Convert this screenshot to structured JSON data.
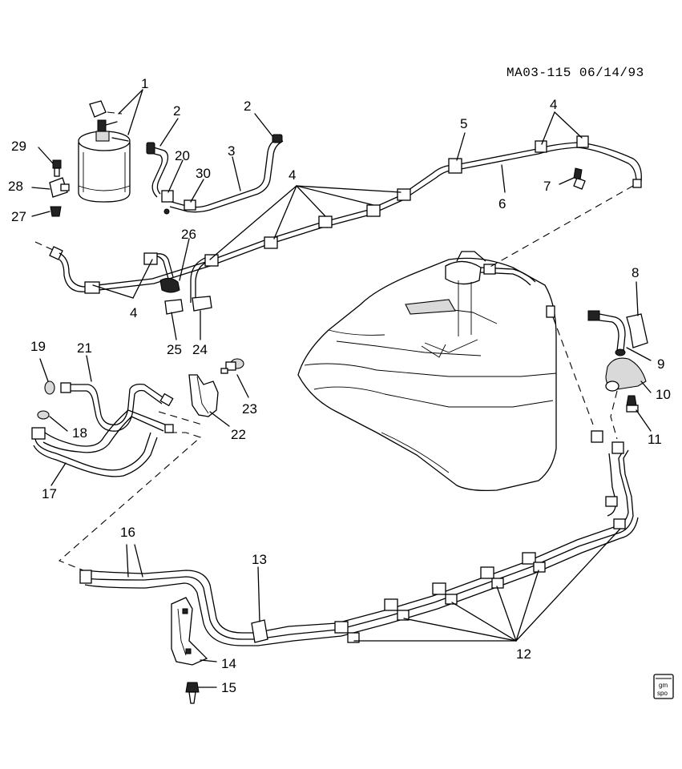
{
  "diagram": {
    "reference": "MA03-115 06/14/93",
    "logo_lines": [
      "gm",
      "spo"
    ],
    "callouts": [
      {
        "id": "c1",
        "text": "1"
      },
      {
        "id": "c2a",
        "text": "2"
      },
      {
        "id": "c2b",
        "text": "2"
      },
      {
        "id": "c3",
        "text": "3"
      },
      {
        "id": "c4a",
        "text": "4"
      },
      {
        "id": "c4b",
        "text": "4"
      },
      {
        "id": "c4c",
        "text": "4"
      },
      {
        "id": "c5",
        "text": "5"
      },
      {
        "id": "c6",
        "text": "6"
      },
      {
        "id": "c7",
        "text": "7"
      },
      {
        "id": "c8",
        "text": "8"
      },
      {
        "id": "c9",
        "text": "9"
      },
      {
        "id": "c10",
        "text": "10"
      },
      {
        "id": "c11",
        "text": "11"
      },
      {
        "id": "c12",
        "text": "12"
      },
      {
        "id": "c13",
        "text": "13"
      },
      {
        "id": "c14",
        "text": "14"
      },
      {
        "id": "c15",
        "text": "15"
      },
      {
        "id": "c16",
        "text": "16"
      },
      {
        "id": "c17",
        "text": "17"
      },
      {
        "id": "c18",
        "text": "18"
      },
      {
        "id": "c19",
        "text": "19"
      },
      {
        "id": "c20",
        "text": "20"
      },
      {
        "id": "c21",
        "text": "21"
      },
      {
        "id": "c22",
        "text": "22"
      },
      {
        "id": "c23",
        "text": "23"
      },
      {
        "id": "c24",
        "text": "24"
      },
      {
        "id": "c25",
        "text": "25"
      },
      {
        "id": "c26",
        "text": "26"
      },
      {
        "id": "c27",
        "text": "27"
      },
      {
        "id": "c28",
        "text": "28"
      },
      {
        "id": "c29",
        "text": "29"
      },
      {
        "id": "c30",
        "text": "30"
      }
    ]
  }
}
